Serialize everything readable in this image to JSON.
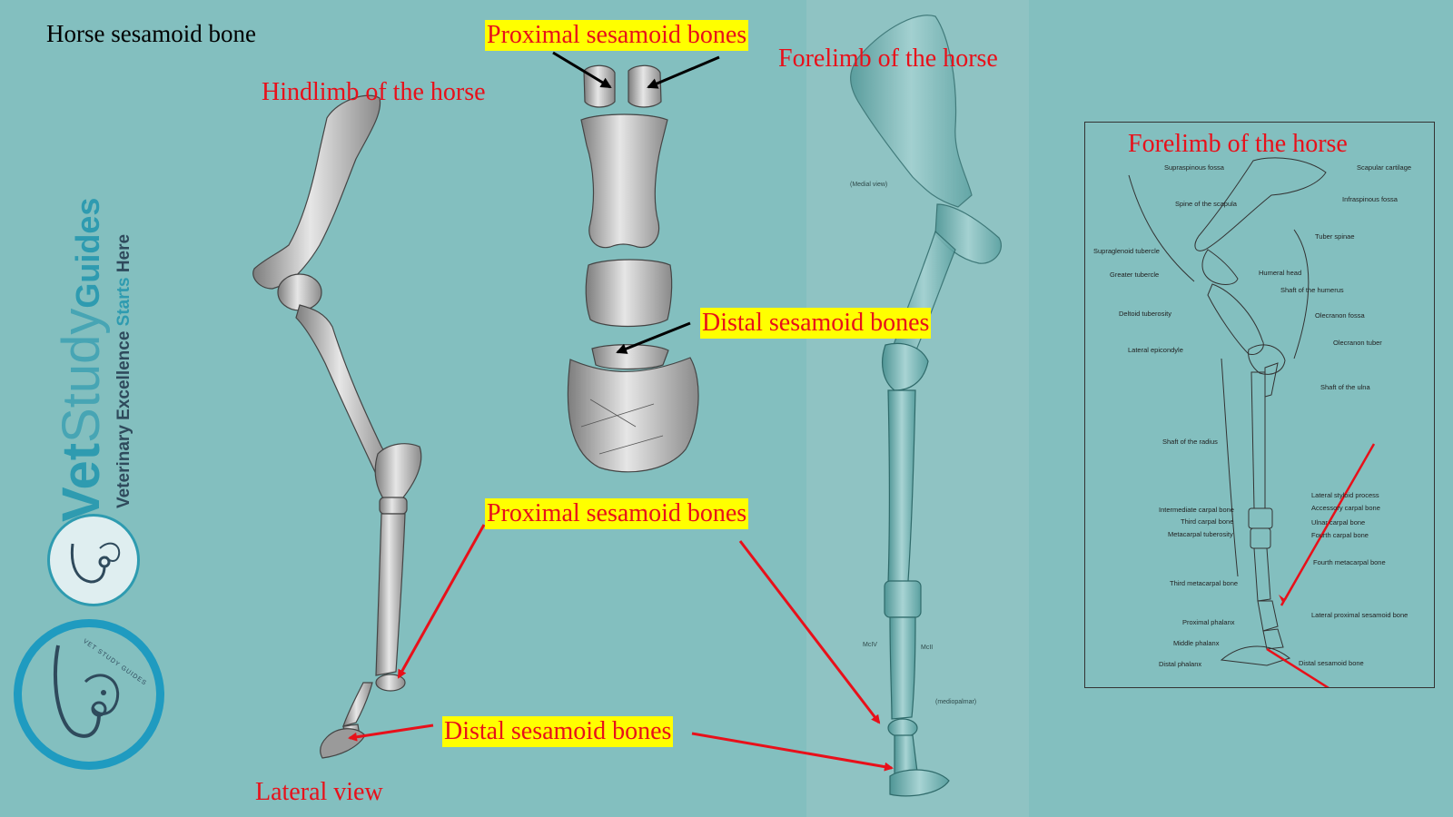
{
  "title": "Horse sesamoid bone",
  "labels": {
    "hindlimb": "Hindlimb of the horse",
    "forelimb_center": "Forelimb of the horse",
    "forelimb_right": "Forelimb of the horse",
    "proximal_top": "Proximal sesamoid bones",
    "distal_mid": "Distal sesamoid bones",
    "proximal_bottom": "Proximal sesamoid bones",
    "distal_bottom": "Distal sesamoid bones",
    "lateral_view": "Lateral view"
  },
  "brand": {
    "vet": "Vet",
    "study": "Study",
    "guides": "Guides",
    "tagline_1": "Veterinary Excellence ",
    "tagline_2": "Starts ",
    "tagline_3": "Here",
    "ring_text": "VET STUDY GUIDES"
  },
  "forelimb_diagram": {
    "left_labels": [
      "Supraspinous fossa",
      "Spine of the scapula",
      "Supraglenoid tubercle",
      "Greater tubercle",
      "Deltoid tuberosity",
      "Lateral epicondyle",
      "Shaft of the radius",
      "Intermediate carpal bone",
      "Third carpal bone",
      "Metacarpal tuberosity",
      "Third metacarpal bone",
      "Proximal phalanx",
      "Middle phalanx",
      "Distal phalanx"
    ],
    "right_labels": [
      "Scapular cartilage",
      "Infraspinous fossa",
      "Tuber spinae",
      "Humeral head",
      "Shaft of the humerus",
      "Olecranon fossa",
      "Olecranon tuber",
      "Shaft of the ulna",
      "Lateral styloid process",
      "Accessory carpal bone",
      "Ulnar carpal bone",
      "Fourth carpal bone",
      "Fourth metacarpal bone",
      "Lateral proximal sesamoid bone",
      "Distal sesamoid bone"
    ]
  },
  "center_limb_labels": {
    "medial_view": "(Medial view)",
    "mediopalmar": "(mediopalmar)",
    "mc_iv": "McIV",
    "mc_ii": "McII"
  },
  "colors": {
    "background": "#83bfbf",
    "label_red": "#e8101a",
    "label_highlight": "#ffff00",
    "brand_teal": "#2e9bb0",
    "brand_dark": "#2f4a5c"
  }
}
